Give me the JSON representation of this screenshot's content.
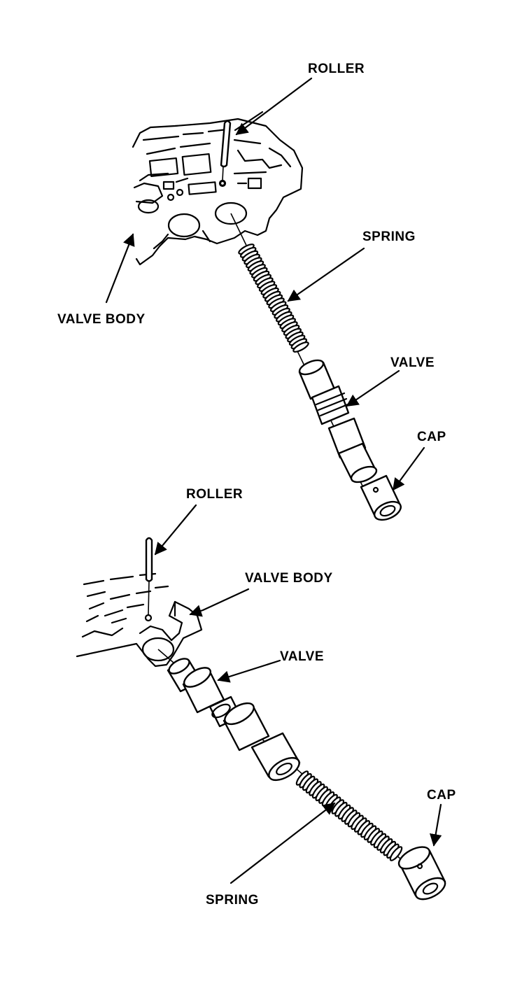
{
  "figure_top": {
    "labels": {
      "roller": "ROLLER",
      "spring": "SPRING",
      "valve_body": "VALVE BODY",
      "valve": "VALVE",
      "cap": "CAP"
    }
  },
  "figure_bottom": {
    "labels": {
      "roller": "ROLLER",
      "valve_body": "VALVE BODY",
      "valve": "VALVE",
      "cap": "CAP",
      "spring": "SPRING"
    }
  }
}
